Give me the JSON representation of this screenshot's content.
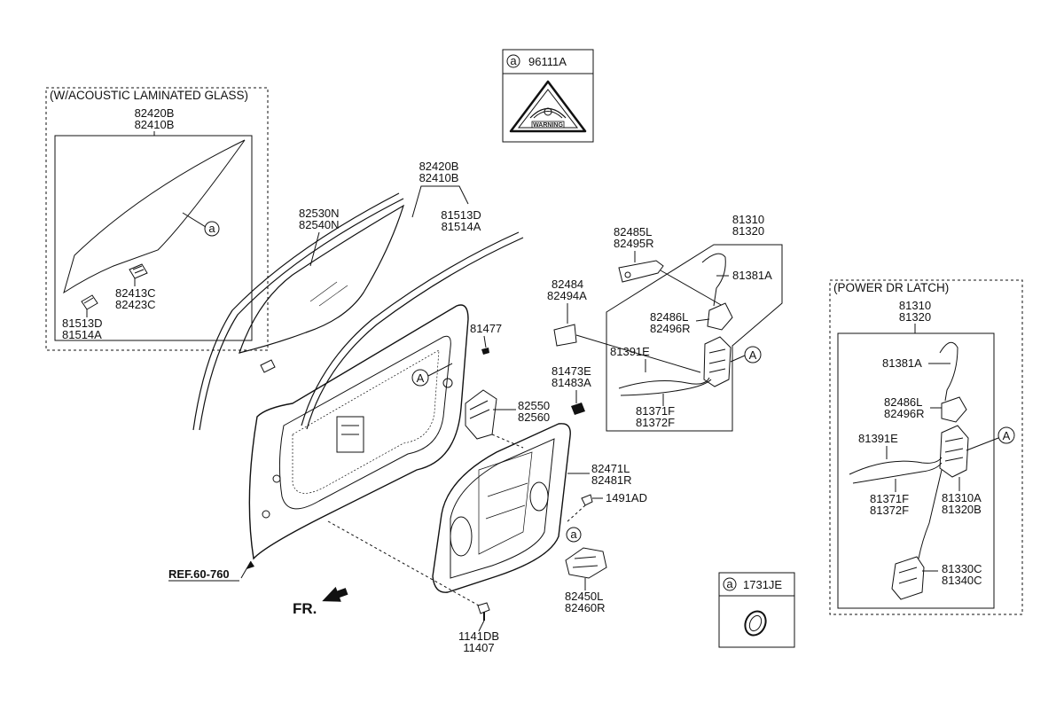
{
  "header_parts": {
    "warning_label": {
      "callout": "a",
      "number": "96111A",
      "label_text": "WARNING"
    },
    "gasket": {
      "callout": "a",
      "number": "1731JE"
    }
  },
  "acoustic_box": {
    "title": "(W/ACOUSTIC LAMINATED GLASS)",
    "glass_parts": [
      "82420B",
      "82410B"
    ],
    "callout": "a",
    "clip_parts": [
      "82413C",
      "82423C"
    ],
    "seal_parts": [
      "81513D",
      "81514A"
    ]
  },
  "main": {
    "glass_parts": [
      "82420B",
      "82410B"
    ],
    "channel_parts": [
      "82530N",
      "82540N"
    ],
    "seal_parts": [
      "81513D",
      "81514A"
    ],
    "plug": "81477",
    "callout_A": "A",
    "regulator_bracket_parts": [
      "82550",
      "82560"
    ],
    "module_parts": [
      "82471L",
      "82481R"
    ],
    "clip": "1491AD",
    "callout_a": "a",
    "motor_parts": [
      "82450L",
      "82460R"
    ],
    "bolt_parts": [
      "1141DB",
      "11407"
    ],
    "ref": "REF.60-760",
    "fr": "FR.",
    "handle_parts": [
      "82485L",
      "82495R"
    ],
    "rod_parts": [
      "82484",
      "82494A"
    ],
    "grommet_parts": [
      "81473E",
      "81483A"
    ]
  },
  "latch_box": {
    "parts": [
      "81310",
      "81320"
    ],
    "rod": "81381A",
    "actuator_parts": [
      "82486L",
      "82496R"
    ],
    "cable_upper": "81391E",
    "callout": "A",
    "cable_parts": [
      "81371F",
      "81372F"
    ]
  },
  "power_box": {
    "title": "(POWER DR LATCH)",
    "parts": [
      "81310",
      "81320"
    ],
    "rod": "81381A",
    "actuator_parts": [
      "82486L",
      "82496R"
    ],
    "cable_upper": "81391E",
    "callout": "A",
    "cable_parts": [
      "81371F",
      "81372F"
    ],
    "latch_parts": [
      "81310A",
      "81320B"
    ],
    "module_parts": [
      "81330C",
      "81340C"
    ]
  }
}
